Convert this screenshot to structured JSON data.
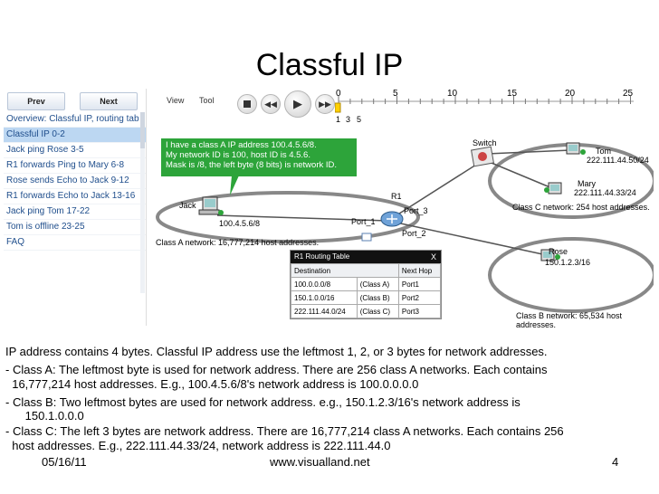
{
  "title": "Classful IP",
  "nav": {
    "prev": "Prev",
    "next": "Next"
  },
  "lessons": [
    "Overview: Classful IP, routing tab",
    "Classful IP 0-2",
    "Jack ping Rose 3-5",
    "R1 forwards Ping to Mary 6-8",
    "Rose sends Echo to Jack 9-12",
    "R1 forwards Echo to Jack 13-16",
    "Jack ping Tom 17-22",
    "Tom is offline 23-25",
    "FAQ"
  ],
  "menu": {
    "view": "View",
    "tool": "Tool"
  },
  "timeline": {
    "ticks": [
      "0",
      "5",
      "10",
      "15",
      "20",
      "25"
    ],
    "steps": [
      "1",
      "3",
      "5"
    ]
  },
  "tooltip": [
    "I have a class A IP address 100.4.5.6/8.",
    "My network ID is 100, host ID is 4.5.6.",
    "Mask is /8,   the left byte (8 bits) is network ID."
  ],
  "network": {
    "jack": {
      "name": "Jack",
      "ip": "100.4.5.6/8"
    },
    "router": {
      "name": "R1",
      "port1": "Port_1",
      "port2": "Port_2",
      "port3": "Port_3"
    },
    "switch": "Switch",
    "tom": {
      "name": "Tom",
      "ip": "222.111.44.50/24"
    },
    "mary": {
      "name": "Mary",
      "ip": "222.111.44.33/24"
    },
    "rose": {
      "name": "Rose",
      "ip": "150.1.2.3/16"
    },
    "classA": "Class A network: 16,777,214 host addresses.",
    "classB": "Class B network: 65,534 host addresses.",
    "classC": "Class C network: 254 host addresses."
  },
  "routing_table": {
    "title": "R1 Routing Table",
    "close": "X",
    "headers": [
      "Destination",
      "Next Hop"
    ],
    "rows": [
      [
        "100.0.0.0/8",
        "(Class A)",
        "Port1"
      ],
      [
        "150.1.0.0/16",
        "(Class B)",
        "Port2"
      ],
      [
        "222.111.44.0/24",
        "(Class C)",
        "Port3"
      ]
    ]
  },
  "body": [
    "IP address contains 4 bytes. Classful IP address use the leftmost 1, 2, or 3 bytes for network addresses.",
    "- Class A: The leftmost byte is used for network address. There are 256 class A networks. Each contains",
    "  16,777,214 host addresses. E.g., 100.4.5.6/8's network address is 100.0.0.0.0",
    "- Class B: Two leftmost bytes are used for network address. e.g., 150.1.2.3/16's network address is",
    "      150.1.0.0.0",
    "- Class C: The left 3 bytes are network address. There are 16,777,214  class A networks. Each contains 256",
    "  host addresses. E.g., 222.111.44.33/24, network address is 222.111.44.0"
  ],
  "footer": {
    "date": "05/16/11",
    "url": "www.visualland.net",
    "page": "4"
  },
  "colors": {
    "tooltip": "#2da43a",
    "active_lesson": "#bcd7f2",
    "link": "#1f4e8c"
  }
}
